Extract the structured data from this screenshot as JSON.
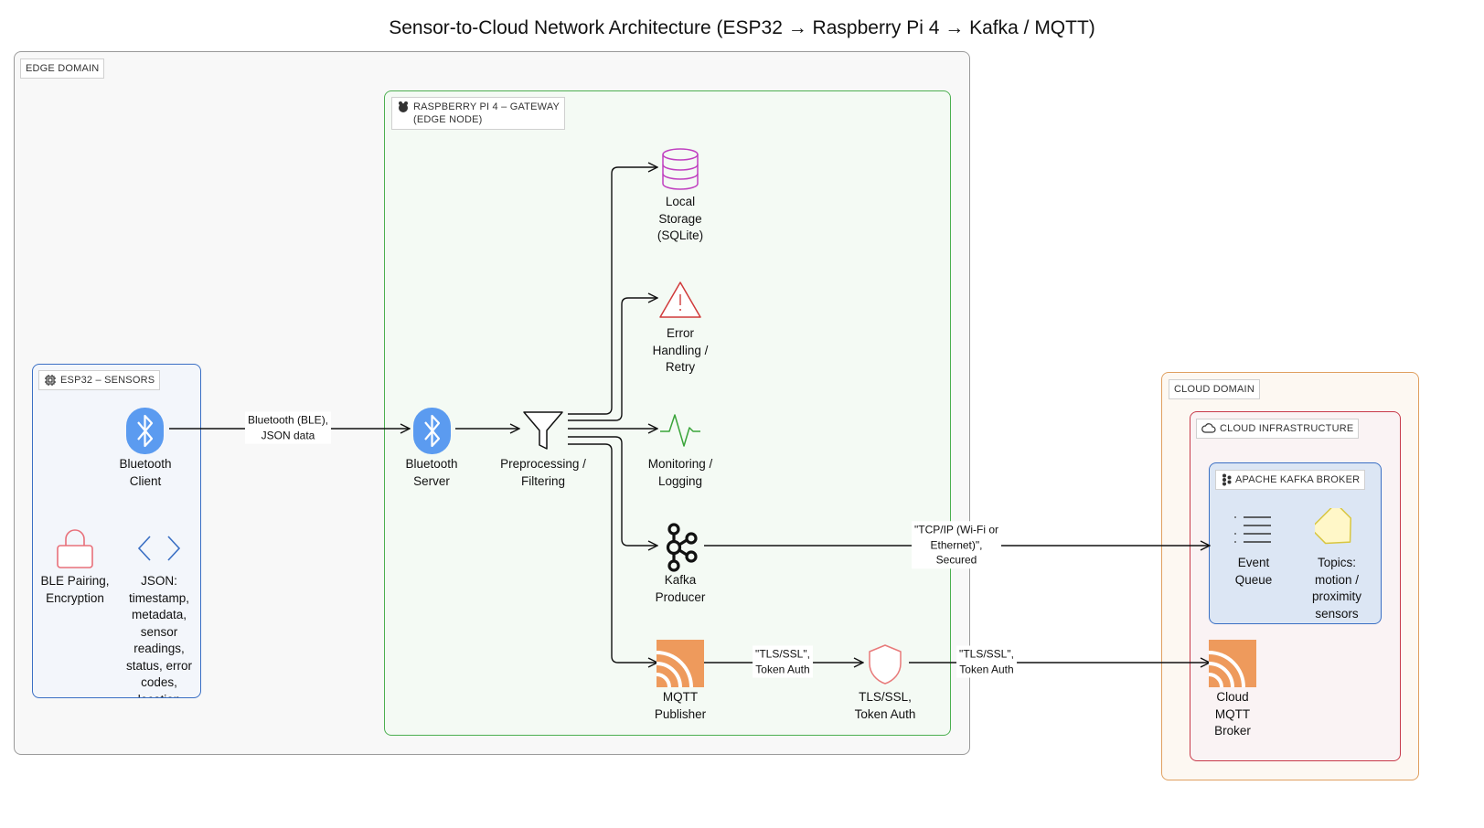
{
  "title": "Sensor-to-Cloud Network Architecture (ESP32 → Raspberry Pi 4 → Kafka / MQTT)",
  "groups": {
    "edge_domain": "EDGE DOMAIN",
    "gateway": [
      "RASPBERRY PI 4 – GATEWAY",
      "(EDGE NODE)"
    ],
    "esp32": "ESP32 – SENSORS",
    "cloud_domain": "CLOUD DOMAIN",
    "cloud_infra": "CLOUD INFRASTRUCTURE",
    "kafka_broker": "APACHE KAFKA BROKER"
  },
  "nodes": {
    "bt_client": [
      "Bluetooth",
      "Client"
    ],
    "ble_pairing": [
      "BLE Pairing,",
      "Encryption"
    ],
    "json_payload": [
      "JSON:",
      "timestamp,",
      "metadata,",
      "sensor",
      "readings,",
      "status, error",
      "codes,",
      "location"
    ],
    "bt_server": [
      "Bluetooth",
      "Server"
    ],
    "preprocessing": [
      "Preprocessing /",
      "Filtering"
    ],
    "local_storage": [
      "Local",
      "Storage",
      "(SQLite)"
    ],
    "error_handling": [
      "Error",
      "Handling /",
      "Retry"
    ],
    "monitoring": [
      "Monitoring /",
      "Logging"
    ],
    "kafka_producer": [
      "Kafka",
      "Producer"
    ],
    "mqtt_publisher": [
      "MQTT",
      "Publisher"
    ],
    "tls_auth": [
      "TLS/SSL,",
      "Token Auth"
    ],
    "event_queue": [
      "Event",
      "Queue"
    ],
    "topics": [
      "Topics:",
      "motion /",
      "proximity",
      "sensors"
    ],
    "cloud_mqtt": [
      "Cloud",
      "MQTT",
      "Broker"
    ]
  },
  "edges": {
    "ble_link": [
      "Bluetooth (BLE),",
      "JSON data"
    ],
    "tcp_link": [
      "\"TCP/IP (Wi-Fi or",
      "Ethernet)\",",
      "Secured"
    ],
    "tls_link_1": [
      "\"TLS/SSL\",",
      "Token Auth"
    ],
    "tls_link_2": [
      "\"TLS/SSL\",",
      "Token Auth"
    ]
  },
  "colors": {
    "edge_border": "#9a9a9a",
    "gateway_border": "#4caf50",
    "esp32_border": "#3a6fc4",
    "cloud_border": "#e0a060",
    "infra_border": "#c73a4a",
    "kafka_border": "#3a6fc4",
    "bluetooth_blue": "#5b9bf0",
    "mqtt_orange": "#ee9a5c"
  }
}
